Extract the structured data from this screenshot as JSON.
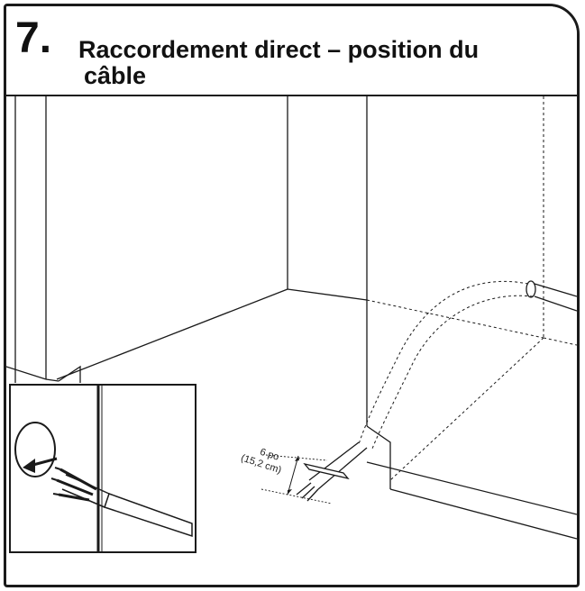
{
  "step": {
    "number": "7.",
    "title_line1": "Raccordement direct – position du",
    "title_line2": "câble"
  },
  "illustration": {
    "measurement_line1": "6 po",
    "measurement_line2": "(15,2 cm)",
    "colors": {
      "line": "#1a1a1a",
      "background": "#ffffff"
    }
  }
}
